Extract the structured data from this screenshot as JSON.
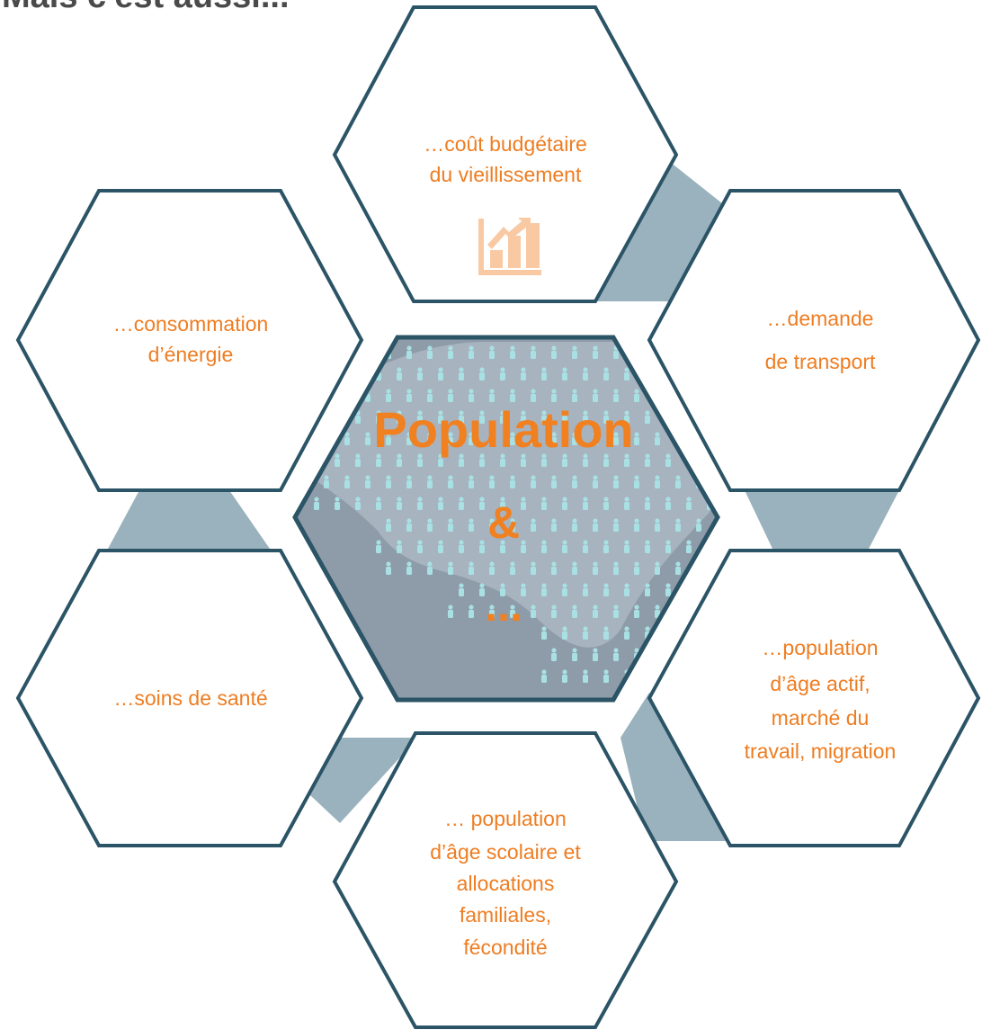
{
  "title": "Mais c'est aussi...",
  "center": {
    "line1": "Population",
    "line2": "&",
    "line3": "..."
  },
  "hexagons": {
    "top": [
      "…coût budgétaire",
      "du vieillissement"
    ],
    "left_upper": [
      "…consommation",
      "d’énergie"
    ],
    "right_upper": [
      "…demande",
      "de transport"
    ],
    "left_lower": [
      "…soins de santé"
    ],
    "right_lower": [
      "…population",
      "d’âge actif,",
      "marché du",
      "travail, migration"
    ],
    "bottom": [
      "… population",
      "d’âge scolaire et",
      "allocations",
      "familiales,",
      "fécondité"
    ]
  },
  "icons": {
    "top": "bar-chart-growth-icon",
    "center": "people-on-map-icon"
  },
  "colors": {
    "hex_stroke": "#2b5466",
    "connector": "#9ab2bd",
    "label": "#ee7d22",
    "center_bg": "#8e9ba8",
    "people": "#a8e0e3",
    "icon": "#f9c9a3"
  }
}
